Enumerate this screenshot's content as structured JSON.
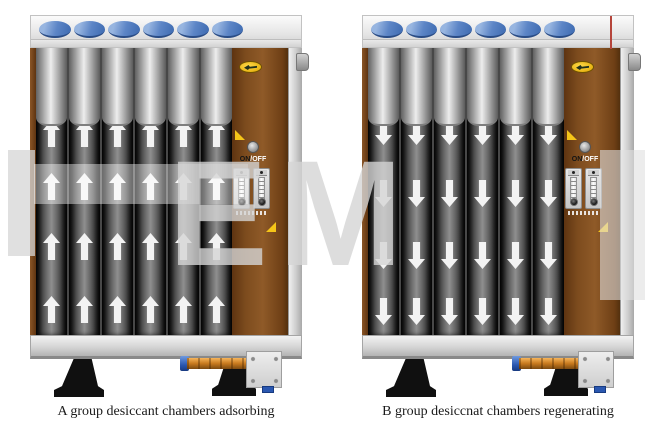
{
  "watermark": {
    "letters_visible": "EM"
  },
  "machines": [
    {
      "name": "A",
      "caption": "A group desiccant chambers adsorbing",
      "airflow_direction": "up",
      "chamber_count": 6,
      "switch": {
        "on": "ON",
        "separator": "/",
        "off": "OFF"
      },
      "flow_meter_count": 2,
      "colors": {
        "panel": "#7d4c1e",
        "caps": "#5c85c6",
        "arrows": "#f3f3f3",
        "tray_edge": ""
      }
    },
    {
      "name": "B",
      "caption": "B group desiccnat chambers regenerating",
      "airflow_direction": "down",
      "chamber_count": 6,
      "switch": {
        "on": "ON",
        "separator": "/",
        "off": "OFF"
      },
      "flow_meter_count": 2,
      "colors": {
        "panel": "#7d4c1e",
        "caps": "#5c85c6",
        "arrows": "#f3f3f3",
        "tray_edge": "#b5443a"
      }
    }
  ]
}
